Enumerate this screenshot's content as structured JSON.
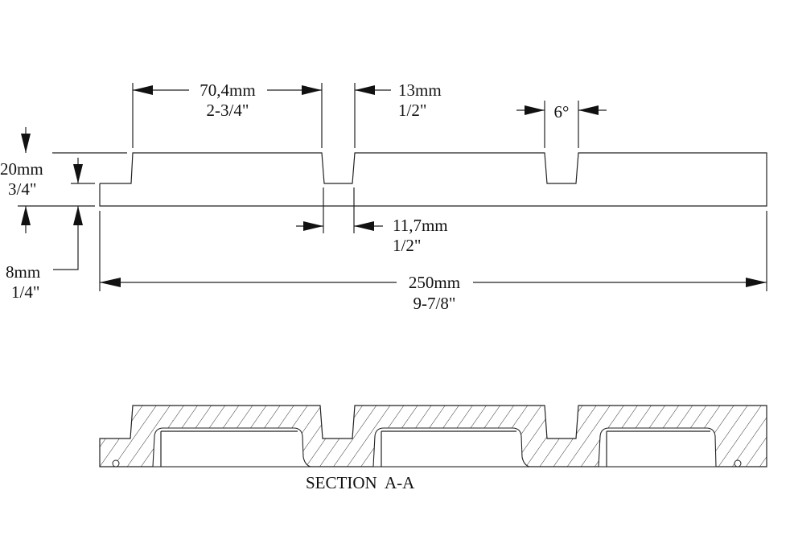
{
  "drawing": {
    "top_view": {
      "dim_width_mm": "70,4mm",
      "dim_width_in": "2-3/4\"",
      "dim_gap_top_mm": "13mm",
      "dim_gap_top_in": "1/2\"",
      "dim_angle": "6°",
      "dim_gap_bottom_mm": "11,7mm",
      "dim_gap_bottom_in": "1/2\"",
      "dim_total_mm": "250mm",
      "dim_total_in": "9-7/8\"",
      "dim_height_mm": "20mm",
      "dim_height_in": "3/4\"",
      "dim_base_mm": "8mm",
      "dim_base_in": "1/4\""
    },
    "section": {
      "label": "SECTION  A-A"
    },
    "colors": {
      "line": "#222222",
      "background": "#ffffff"
    }
  }
}
